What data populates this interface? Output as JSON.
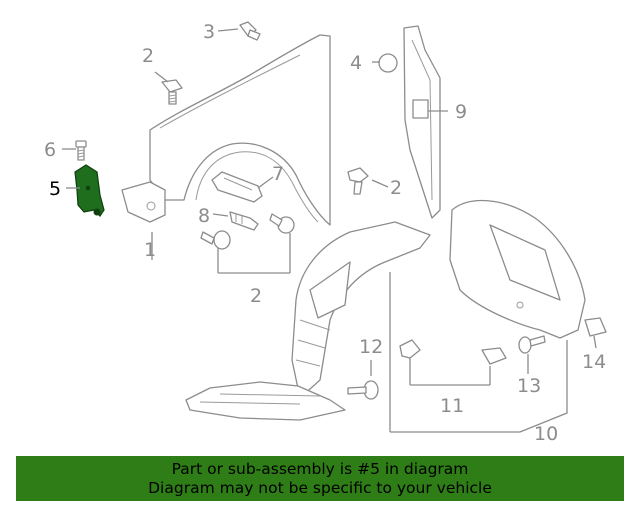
{
  "callouts": {
    "c1": "1",
    "c2a": "2",
    "c2b": "2",
    "c2c": "2",
    "c3": "3",
    "c4": "4",
    "c5": "5",
    "c6": "6",
    "c7": "7",
    "c8": "8",
    "c9": "9",
    "c10": "10",
    "c11": "11",
    "c12": "12",
    "c13": "13",
    "c14": "14"
  },
  "banner": {
    "line1": "Part or sub-assembly is #5 in diagram",
    "line2": "Diagram may not be specific to your vehicle"
  },
  "colors": {
    "highlight": "#1e6e1e",
    "banner": "#2e7d16",
    "line_art": "#8c8c8c"
  }
}
